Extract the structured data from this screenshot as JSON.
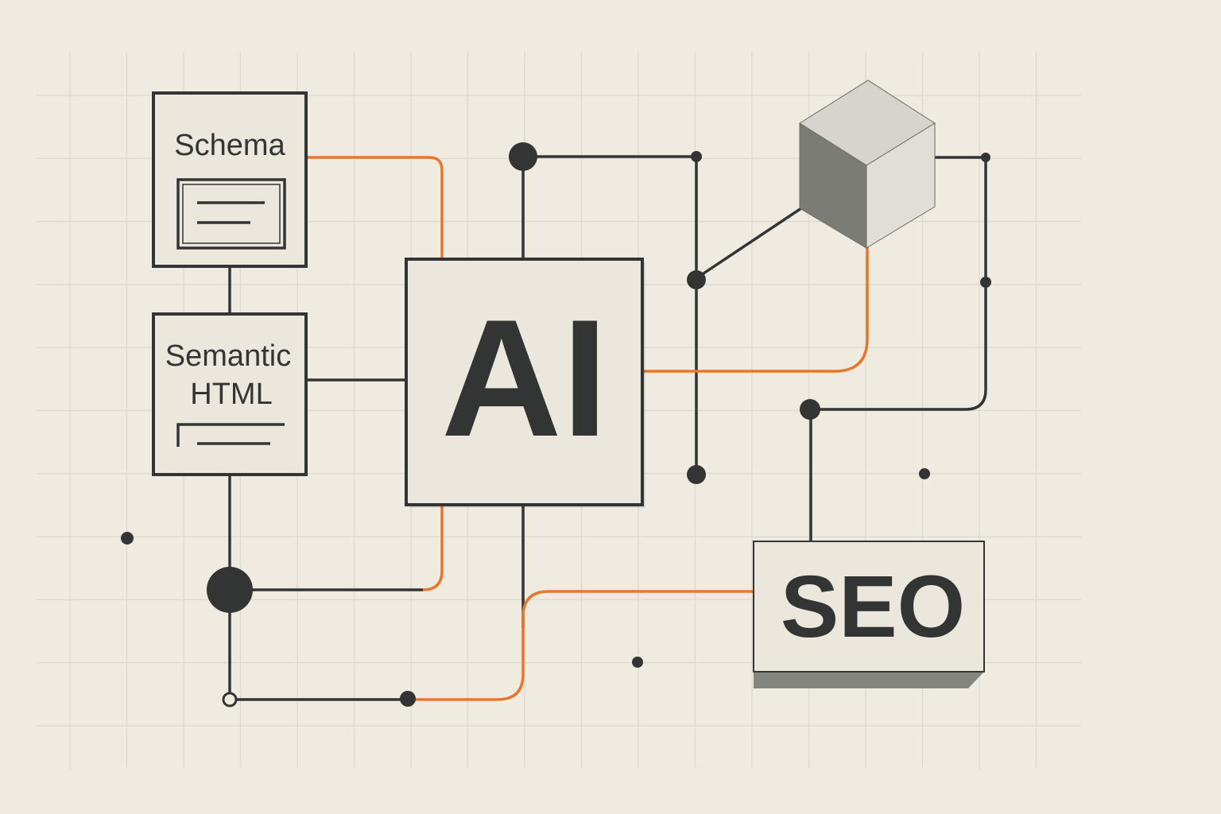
{
  "colors": {
    "background": "#efebe1",
    "grid": "#dcd8ce",
    "ink": "#333535",
    "accent": "#e8772e",
    "box_fill": "#ebe7dc",
    "cube_top": "#d6d4cc",
    "cube_left": "#7c7c76",
    "cube_right": "#e0ded6"
  },
  "nodes": {
    "schema": {
      "label": "Schema"
    },
    "semantic_html": {
      "line1": "Semantic",
      "line2": "HTML"
    },
    "ai": {
      "label": "AI"
    },
    "seo": {
      "label": "SEO"
    },
    "cube": {
      "icon": "cube-icon"
    }
  }
}
